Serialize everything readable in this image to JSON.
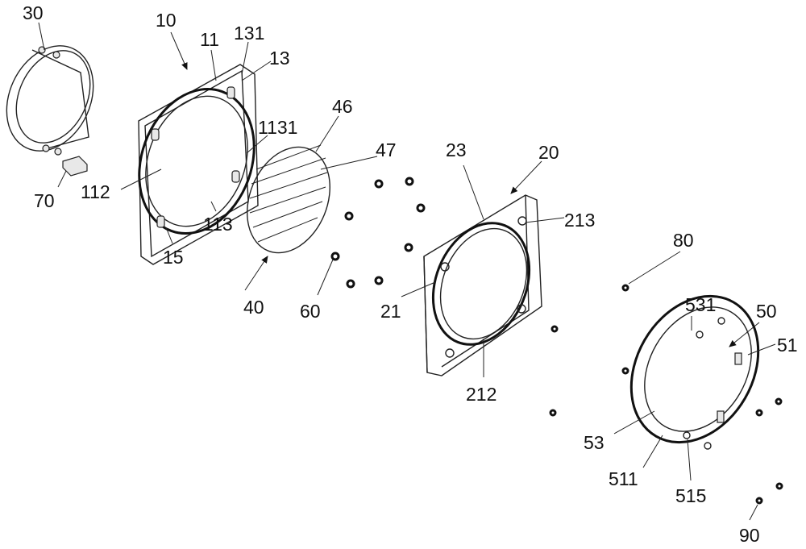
{
  "figure": {
    "labels": {
      "l30": "30",
      "l10": "10",
      "l11": "11",
      "l131": "131",
      "l13": "13",
      "l46": "46",
      "l1131": "1131",
      "l47": "47",
      "l23": "23",
      "l20": "20",
      "l213": "213",
      "l112": "112",
      "l70": "70",
      "l113": "113",
      "l15": "15",
      "l40": "40",
      "l60": "60",
      "l21": "21",
      "l212": "212",
      "l80": "80",
      "l50": "50",
      "l531": "531",
      "l51": "51",
      "l53": "53",
      "l511": "511",
      "l515": "515",
      "l90": "90"
    }
  }
}
